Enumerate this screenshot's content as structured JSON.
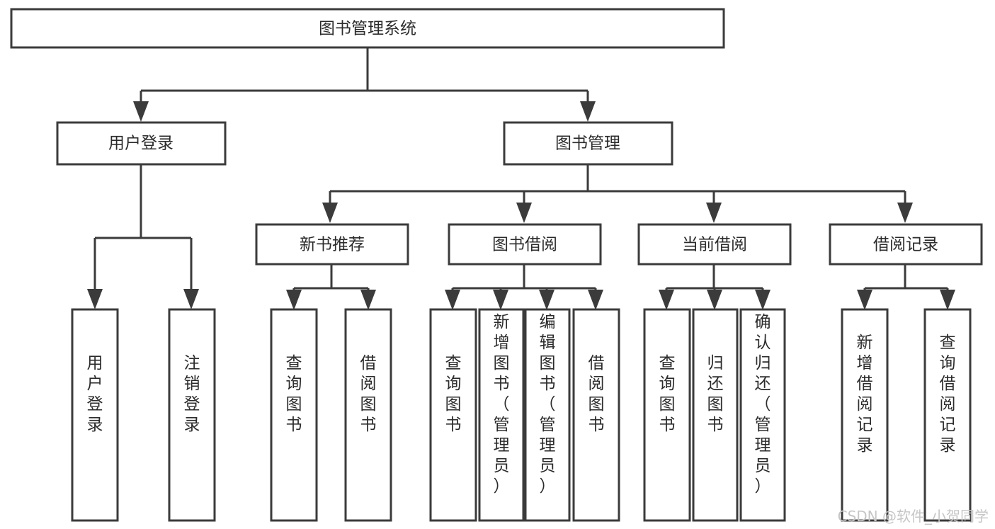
{
  "diagram": {
    "title": "图书管理系统",
    "type": "hierarchy-tree",
    "colors": {
      "background": "#ffffff",
      "box_fill": "#ffffff",
      "box_stroke": "#3b3b3b",
      "text": "#2b2b2b",
      "connector": "#3b3b3b",
      "watermark": "#c6c6c6"
    },
    "root": {
      "id": "root",
      "label": "图书管理系统"
    },
    "level2": [
      {
        "id": "user-login",
        "label": "用户登录"
      },
      {
        "id": "book-manage",
        "label": "图书管理"
      }
    ],
    "level3": [
      {
        "id": "new-book-rec",
        "label": "新书推荐",
        "parent": "book-manage"
      },
      {
        "id": "book-borrow",
        "label": "图书借阅",
        "parent": "book-manage"
      },
      {
        "id": "current-borrow",
        "label": "当前借阅",
        "parent": "book-manage"
      },
      {
        "id": "borrow-record",
        "label": "借阅记录",
        "parent": "book-manage"
      }
    ],
    "leaves": [
      {
        "id": "leaf-user-login",
        "label": "用户登录",
        "parent": "user-login"
      },
      {
        "id": "leaf-logout",
        "label": "注销登录",
        "parent": "user-login"
      },
      {
        "id": "leaf-query-book-1",
        "label": "查询图书",
        "parent": "new-book-rec"
      },
      {
        "id": "leaf-borrow-book-1",
        "label": "借阅图书",
        "parent": "new-book-rec"
      },
      {
        "id": "leaf-query-book-2",
        "label": "查询图书",
        "parent": "book-borrow"
      },
      {
        "id": "leaf-add-book",
        "label": "新增图书（管理员）",
        "parent": "book-borrow"
      },
      {
        "id": "leaf-edit-book",
        "label": "编辑图书（管理员）",
        "parent": "book-borrow"
      },
      {
        "id": "leaf-borrow-book-2",
        "label": "借阅图书",
        "parent": "book-borrow"
      },
      {
        "id": "leaf-query-book-3",
        "label": "查询图书",
        "parent": "current-borrow"
      },
      {
        "id": "leaf-return-book",
        "label": "归还图书",
        "parent": "current-borrow"
      },
      {
        "id": "leaf-confirm-return",
        "label": "确认归还（管理员）",
        "parent": "current-borrow"
      },
      {
        "id": "leaf-add-record",
        "label": "新增借阅记录",
        "parent": "borrow-record"
      },
      {
        "id": "leaf-query-record",
        "label": "查询借阅记录",
        "parent": "borrow-record"
      }
    ],
    "watermark": "CSDN @软件_小贺同学"
  }
}
